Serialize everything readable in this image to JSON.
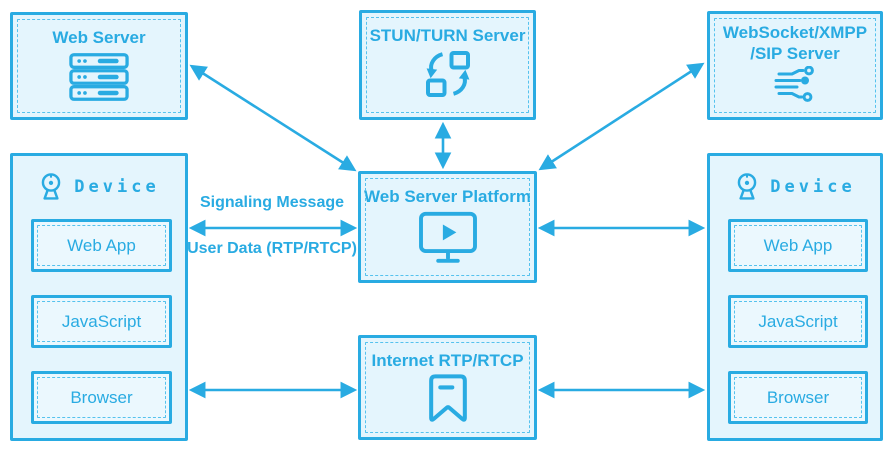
{
  "colors": {
    "accent": "#29abe2",
    "box_fill": "#e4f5fd",
    "subbox_fill": "#ebf8fe",
    "dashed_border": "#55c2ee"
  },
  "nodes": {
    "web_server": {
      "label": "Web Server",
      "icon": "server-rack-icon"
    },
    "stun_turn": {
      "label": "STUN/TURN Server",
      "icon": "sync-squares-icon"
    },
    "websocket": {
      "line1": "WebSocket/XMPP",
      "line2": "/SIP Server",
      "icon": "circuit-nodes-icon"
    },
    "platform": {
      "label": "Web Server Platform",
      "icon": "monitor-play-icon"
    },
    "internet": {
      "label": "Internet RTP/RTCP",
      "icon": "bookmark-icon"
    },
    "device_left": {
      "label": "Device",
      "icon": "webcam-icon",
      "children": [
        "Web App",
        "JavaScript",
        "Browser"
      ]
    },
    "device_right": {
      "label": "Device",
      "icon": "webcam-icon",
      "children": [
        "Web App",
        "JavaScript",
        "Browser"
      ]
    }
  },
  "edge_labels": {
    "signaling": "Signaling Message",
    "user_data": "User Data (RTP/RTCP)"
  }
}
